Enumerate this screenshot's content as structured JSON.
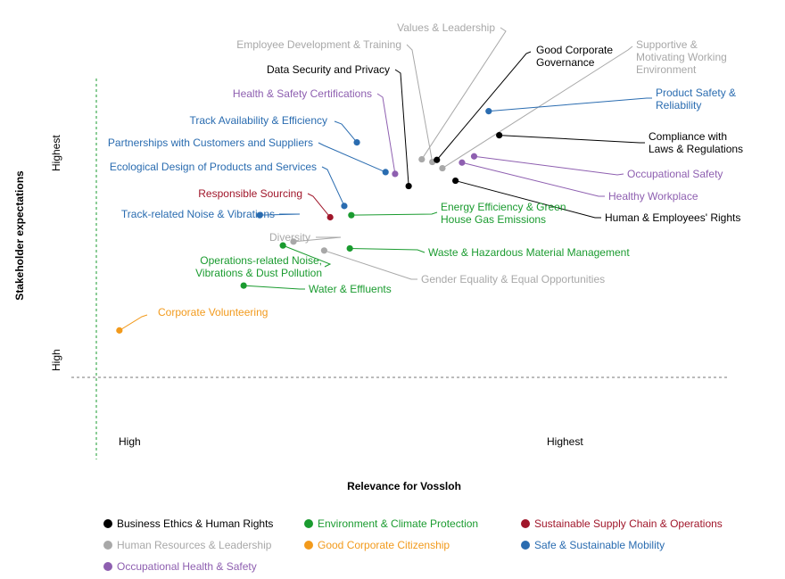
{
  "chart_data": {
    "type": "scatter",
    "title": "",
    "xlabel": "Relevance for Vossloh",
    "ylabel": "Stakeholder expectations",
    "xticks": [
      "High",
      "Highest"
    ],
    "yticks": [
      "High",
      "Highest"
    ],
    "xlim": [
      0,
      100
    ],
    "ylim": [
      0,
      100
    ],
    "legend_position": "bottom",
    "categories": [
      {
        "name": "Business Ethics & Human Rights",
        "color": "#000000"
      },
      {
        "name": "Environment & Climate Protection",
        "color": "#1a9b2f"
      },
      {
        "name": "Sustainable Supply Chain & Operations",
        "color": "#a0162a"
      },
      {
        "name": "Human Resources & Leadership",
        "color": "#a8a8a8"
      },
      {
        "name": "Good Corporate Citizenship",
        "color": "#f29a1c"
      },
      {
        "name": "Safe & Sustainable Mobility",
        "color": "#2a6cb0"
      },
      {
        "name": "Occupational Health & Safety",
        "color": "#8e5fb0"
      }
    ],
    "points": [
      {
        "label": "Values & Leadership",
        "category": 3,
        "x": 66.1,
        "y": 73.4
      },
      {
        "label": "Employee Development & Training",
        "category": 3,
        "x": 68.2,
        "y": 72.5
      },
      {
        "label": "Good Corporate Governance",
        "category": 0,
        "x": 69.1,
        "y": 73.2
      },
      {
        "label": "Data Security and Privacy",
        "category": 0,
        "x": 63.5,
        "y": 64.4
      },
      {
        "label": "Supportive & Motivating Working Environment",
        "category": 3,
        "x": 70.2,
        "y": 70.4
      },
      {
        "label": "Health & Safety Certifications",
        "category": 6,
        "x": 60.8,
        "y": 68.5
      },
      {
        "label": "Track Availability & Efficiency",
        "category": 5,
        "x": 53.2,
        "y": 79.1
      },
      {
        "label": "Partnerships with Customers and Suppliers",
        "category": 5,
        "x": 58.9,
        "y": 69.1
      },
      {
        "label": "Product Safety & Reliability",
        "category": 5,
        "x": 79.4,
        "y": 89.6
      },
      {
        "label": "Compliance with Laws & Regulations",
        "category": 0,
        "x": 81.5,
        "y": 81.5
      },
      {
        "label": "Occupational Safety",
        "category": 6,
        "x": 76.5,
        "y": 74.4
      },
      {
        "label": "Healthy Workplace",
        "category": 6,
        "x": 74.1,
        "y": 72.3
      },
      {
        "label": "Human & Employees' Rights",
        "category": 0,
        "x": 72.8,
        "y": 66.2
      },
      {
        "label": "Ecological Design of Products and Services",
        "category": 5,
        "x": 50.7,
        "y": 57.7
      },
      {
        "label": "Responsible Sourcing",
        "category": 2,
        "x": 47.9,
        "y": 53.9
      },
      {
        "label": "Energy Efficiency & Green House Gas Emissions",
        "category": 1,
        "x": 52.1,
        "y": 54.6
      },
      {
        "label": "Track-related Noise & Vibrations",
        "category": 5,
        "x": 33.9,
        "y": 54.6
      },
      {
        "label": "Diversity",
        "category": 3,
        "x": 40.6,
        "y": 45.7
      },
      {
        "label": "Operations-related Noise, Vibrations & Dust Pollution",
        "category": 1,
        "x": 38.5,
        "y": 44.4
      },
      {
        "label": "Waste & Hazardous Material Management",
        "category": 1,
        "x": 51.8,
        "y": 43.4
      },
      {
        "label": "Gender Equality & Equal Opportunities",
        "category": 3,
        "x": 46.7,
        "y": 42.7
      },
      {
        "label": "Water & Effluents",
        "category": 1,
        "x": 30.7,
        "y": 30.9
      },
      {
        "label": "Corporate Volunteering",
        "category": 4,
        "x": 6.0,
        "y": 15.8
      }
    ]
  }
}
